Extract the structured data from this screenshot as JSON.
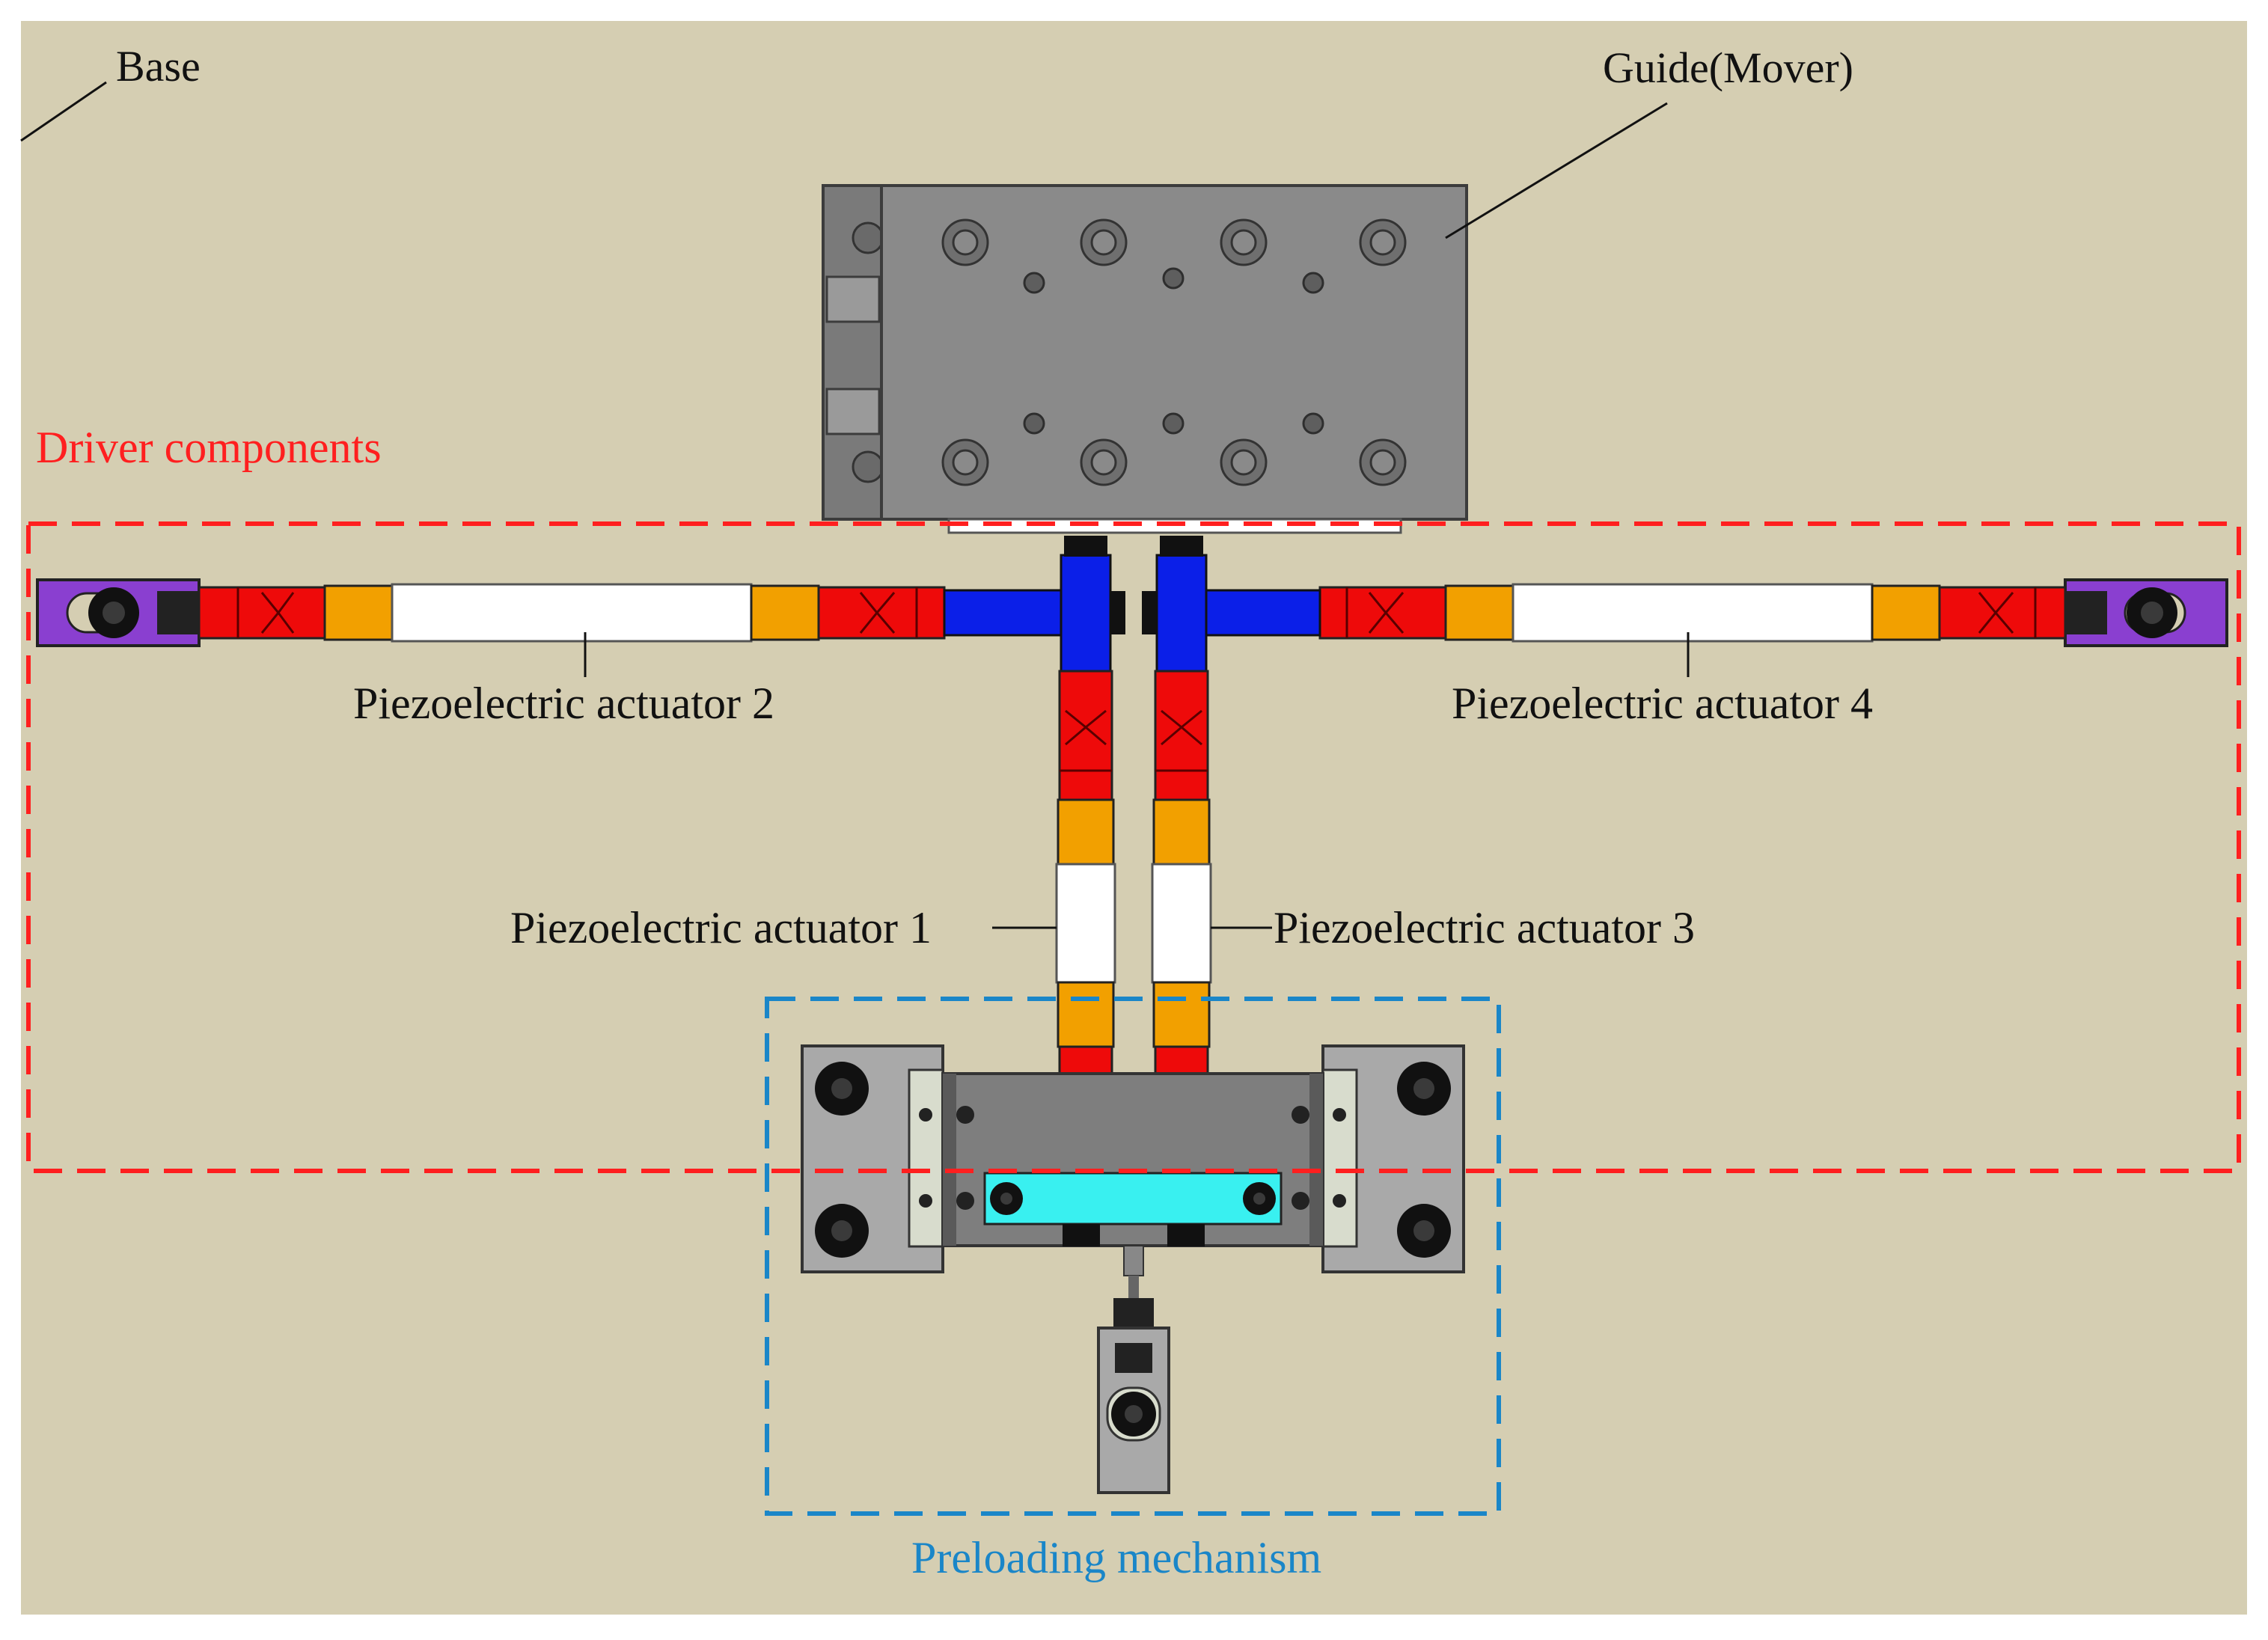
{
  "labels": {
    "base": "Base",
    "guide": "Guide(Mover)",
    "driver_components": "Driver components",
    "actuator_1": "Piezoelectric actuator 1",
    "actuator_2": "Piezoelectric actuator 2",
    "actuator_3": "Piezoelectric actuator 3",
    "actuator_4": "Piezoelectric actuator 4",
    "preloading": "Preloading mechanism"
  },
  "colors": {
    "background": "#d5ceb2",
    "guide_body": "#8a8a8a",
    "guide_dark": "#6e6e6e",
    "driver_frame": "#ff1f1f",
    "preload_frame": "#1a86c8",
    "hinge_red": "#ee0a0a",
    "piezo_white": "#ffffff",
    "cap_orange": "#f2a000",
    "connector_blue": "#0b1fe8",
    "clamp_purple": "#8a3fd0",
    "plate_cyan": "#39f0f0",
    "plate_gray": "#a9a9a9",
    "bolt_black": "#111111"
  }
}
